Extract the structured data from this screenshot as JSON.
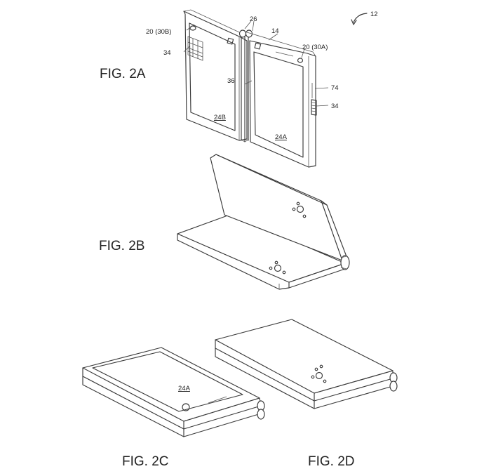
{
  "figure_labels": {
    "fig_2a": "FIG. 2A",
    "fig_2b": "FIG. 2B",
    "fig_2c": "FIG. 2C",
    "fig_2d": "FIG. 2D"
  },
  "reference_labels": {
    "ref_12": "12",
    "ref_20_30b": "20 (30B)",
    "ref_26": "26",
    "ref_14": "14",
    "ref_20_30a": "20 (30A)",
    "ref_34_left": "34",
    "ref_36": "36",
    "ref_74": "74",
    "ref_34_right": "34",
    "ref_24b": "24B",
    "ref_24a_2a": "24A",
    "ref_24a_2c": "24A"
  }
}
